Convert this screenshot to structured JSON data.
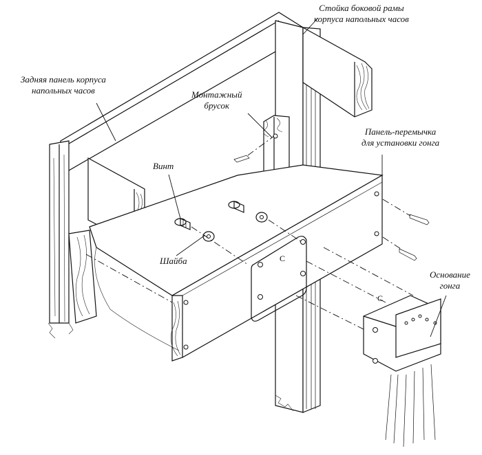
{
  "labels": {
    "side_frame_post_l1": "Стойка боковой рамы",
    "side_frame_post_l2": "корпуса напольных часов",
    "back_panel_l1": "Задняя панель корпуса",
    "back_panel_l2": "напольных часов",
    "mounting_block_l1": "Монтажный",
    "mounting_block_l2": "брусок",
    "crossbar_l1": "Панель-перемычка",
    "crossbar_l2": "для установки гонга",
    "screw": "Винт",
    "washer": "Шайба",
    "gong_base_l1": "Основание",
    "gong_base_l2": "гонга",
    "centerline_mark": "C"
  }
}
